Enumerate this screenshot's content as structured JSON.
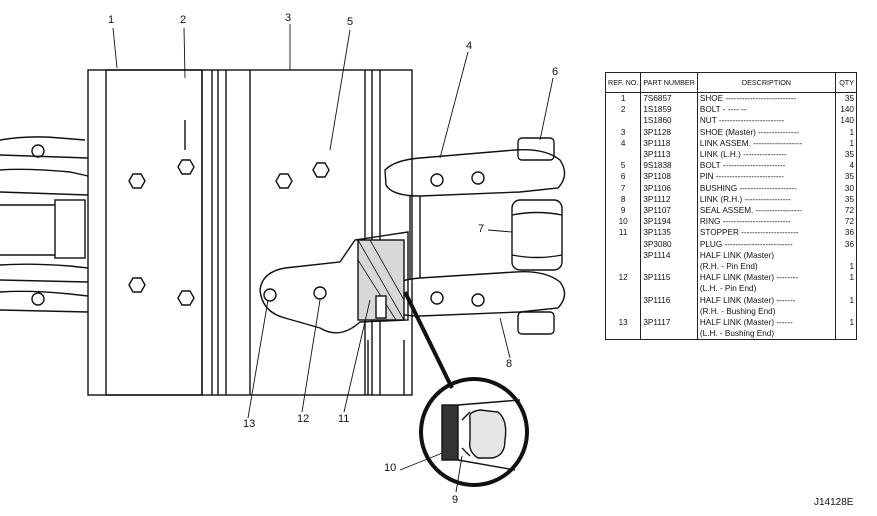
{
  "callouts": {
    "c1": "1",
    "c2": "2",
    "c3": "3",
    "c4": "4",
    "c5": "5",
    "c6": "6",
    "c7": "7",
    "c8": "8",
    "c9": "9",
    "c10": "10",
    "c11": "11",
    "c12": "12",
    "c13": "13"
  },
  "table": {
    "headers": {
      "ref": "REF. NO.",
      "part": "PART NUMBER",
      "desc": "DESCRIPTION",
      "qty": "QTY"
    },
    "rows": [
      {
        "ref": "1",
        "part": "7S6857",
        "desc": "SHOE --------------------------",
        "qty": "35"
      },
      {
        "ref": "2",
        "part": "1S1859",
        "desc": "BOLT - ---- --",
        "qty": "140"
      },
      {
        "ref": "",
        "part": "1S1860",
        "desc": "NUT ------------------------",
        "qty": "140"
      },
      {
        "ref": "3",
        "part": "3P1128",
        "desc": "SHOE (Master) ---------------",
        "qty": "1"
      },
      {
        "ref": "4",
        "part": "3P1118",
        "desc": "LINK ASSEM. ------------------",
        "qty": "1"
      },
      {
        "ref": "",
        "part": "3P1113",
        "desc": "LINK (L.H.) ----------------",
        "qty": "35"
      },
      {
        "ref": "5",
        "part": "9S1838",
        "desc": "BOLT -----------------------",
        "qty": "4"
      },
      {
        "ref": "6",
        "part": "3P1108",
        "desc": "PIN -------------------------",
        "qty": "35"
      },
      {
        "ref": "7",
        "part": "3P1106",
        "desc": "BUSHING ---------------------",
        "qty": "30"
      },
      {
        "ref": "8",
        "part": "3P1112",
        "desc": "LINK (R.H.) -----------------",
        "qty": "35"
      },
      {
        "ref": "9",
        "part": "3P1107",
        "desc": "SEAL ASSEM. -----------------",
        "qty": "72"
      },
      {
        "ref": "10",
        "part": "3P1194",
        "desc": "RING -------------------------",
        "qty": "72"
      },
      {
        "ref": "11",
        "part": "3P1135",
        "desc": "STOPPER ---------------------",
        "qty": "36"
      },
      {
        "ref": "",
        "part": "3P3080",
        "desc": "PLUG -------------------------",
        "qty": "36"
      },
      {
        "ref": "",
        "part": "3P1114",
        "desc": "HALF LINK (Master)",
        "qty": ""
      },
      {
        "ref": "",
        "part": "",
        "desc": "(R.H. - Pin End)",
        "qty": "1"
      },
      {
        "ref": "12",
        "part": "3P1115",
        "desc": "HALF LINK (Master) --------",
        "qty": "1"
      },
      {
        "ref": "",
        "part": "",
        "desc": "(L.H. - Pin End)",
        "qty": ""
      },
      {
        "ref": "",
        "part": "3P1116",
        "desc": "HALF LINK (Master) -------",
        "qty": "1"
      },
      {
        "ref": "",
        "part": "",
        "desc": "(R.H. - Bushing End)",
        "qty": ""
      },
      {
        "ref": "13",
        "part": "3P1117",
        "desc": "HALF LINK (Master) ------",
        "qty": "1"
      },
      {
        "ref": "",
        "part": "",
        "desc": "(L.H. - Bushing End)",
        "qty": ""
      }
    ]
  },
  "drawing_number": "J14128E"
}
